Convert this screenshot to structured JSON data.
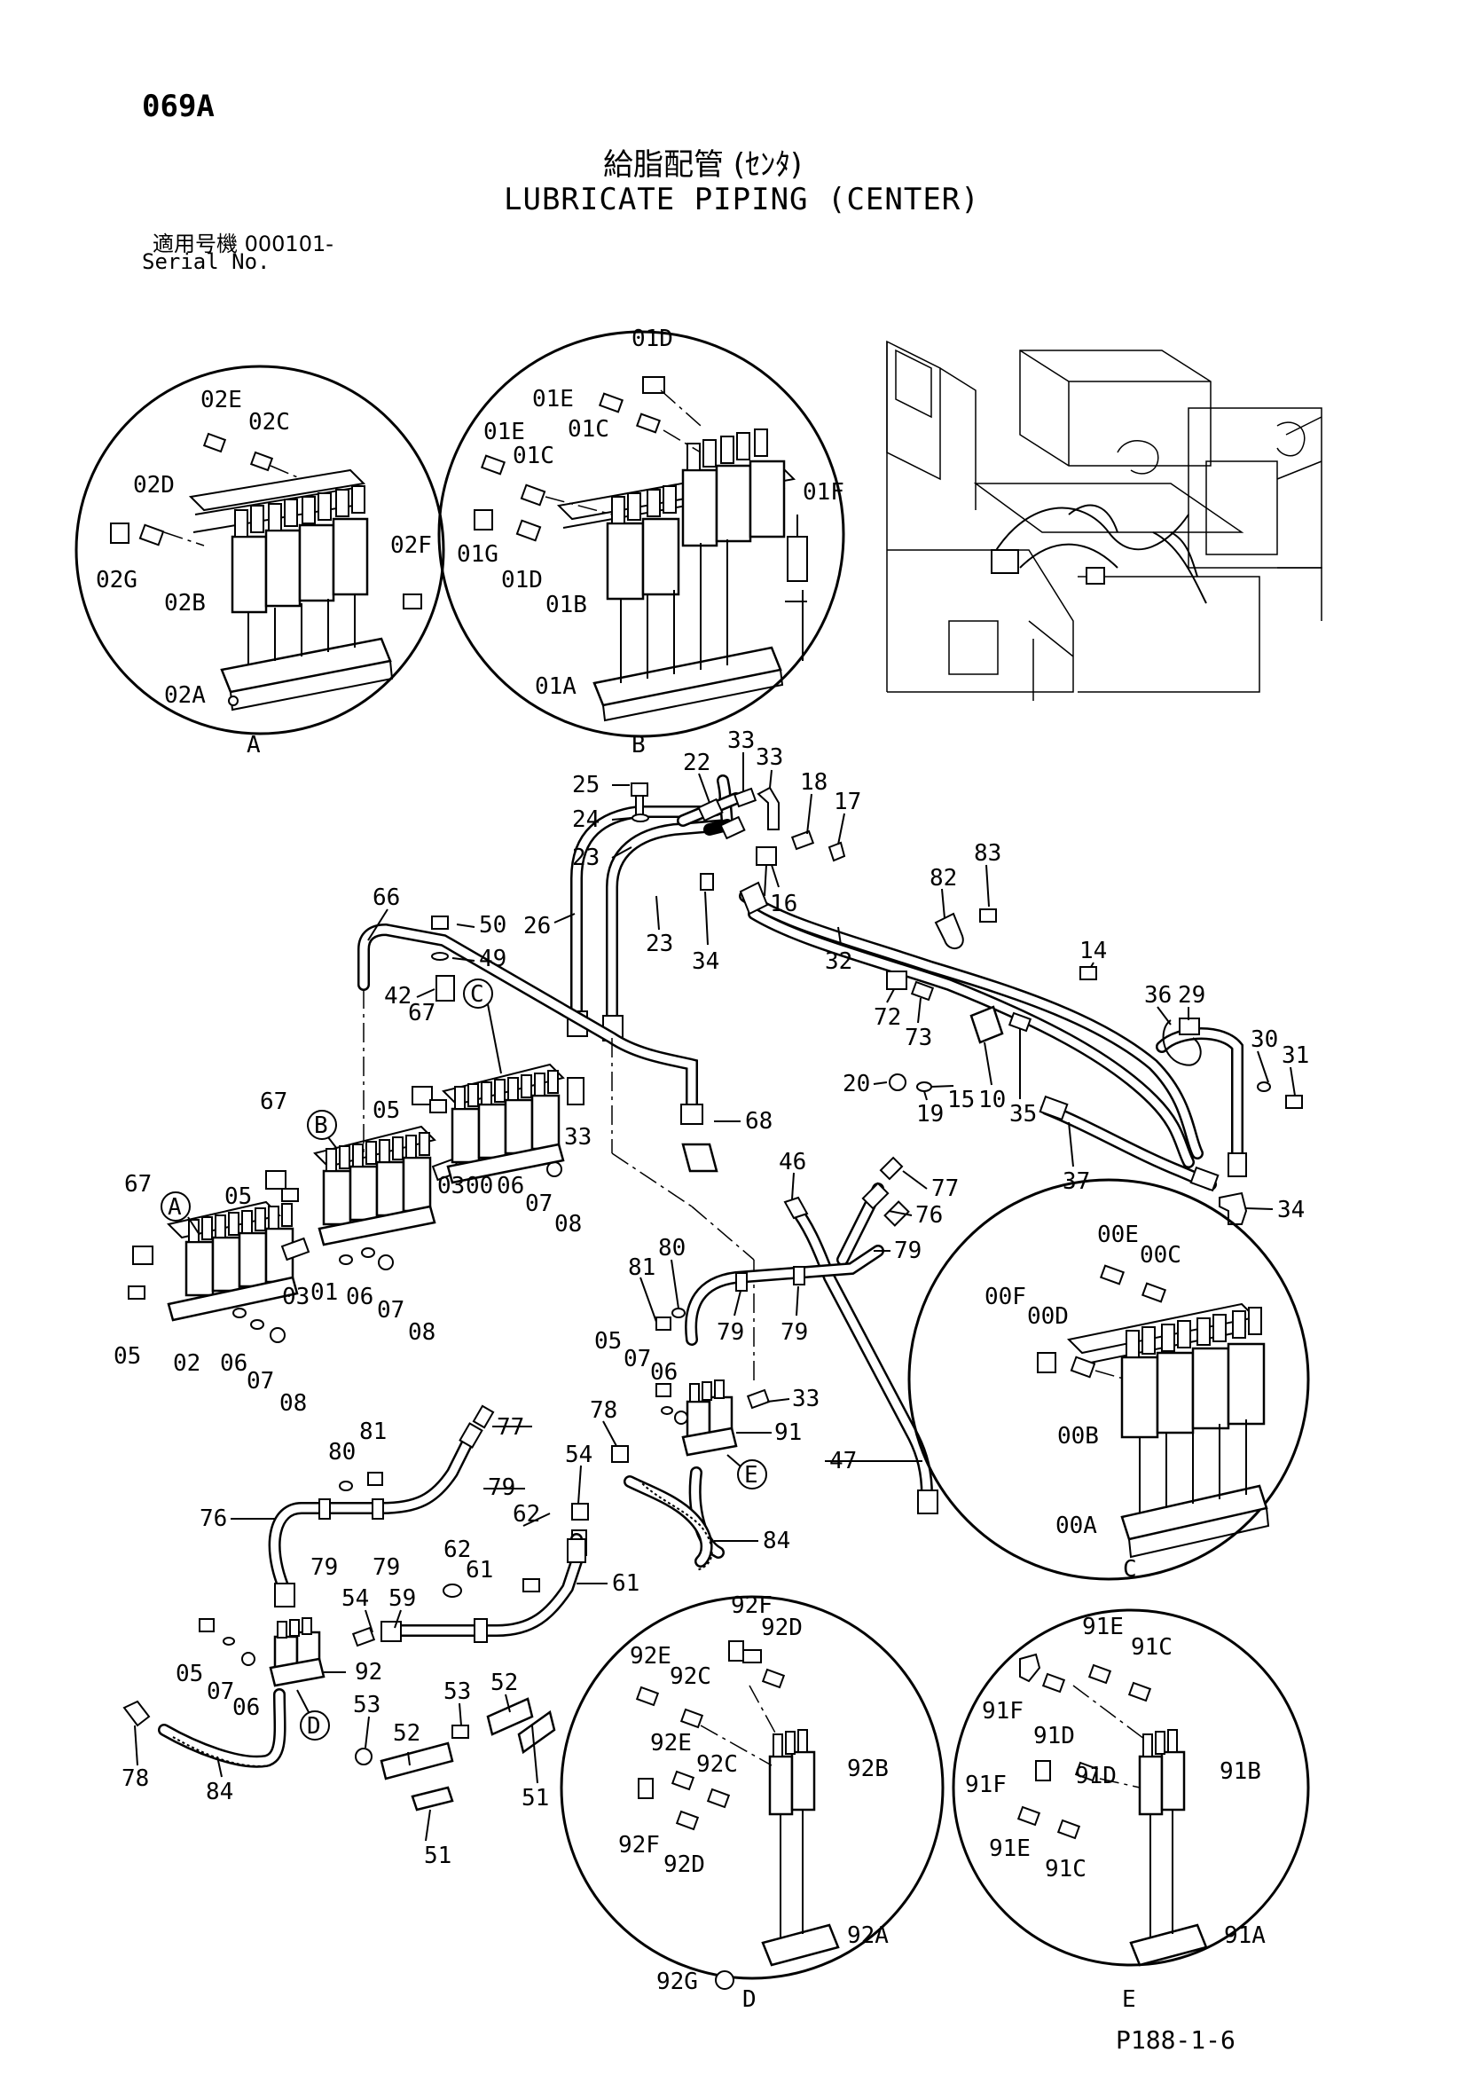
{
  "header": {
    "page_code": "069A",
    "title_jp": "給脂配管 (ｾﾝﾀ)",
    "title_en": "LUBRICATE PIPING (CENTER)",
    "serial_jp": "適用号機 000101-",
    "serial_en": "Serial No."
  },
  "footer": {
    "drawing_code": "P188-1-6"
  },
  "details": {
    "A": {
      "letter": "A",
      "labels": [
        "02E",
        "02C",
        "02D",
        "02G",
        "02B",
        "02F",
        "02A"
      ]
    },
    "B": {
      "letter": "B",
      "labels": [
        "01D",
        "01E",
        "01E",
        "01C",
        "01C",
        "01F",
        "01G",
        "01D",
        "01B",
        "01A"
      ]
    },
    "C": {
      "letter": "C",
      "labels": [
        "00E",
        "00C",
        "00F",
        "00D",
        "00B",
        "00A"
      ]
    },
    "D": {
      "letter": "D",
      "labels": [
        "92F",
        "92D",
        "92E",
        "92C",
        "92E",
        "92C",
        "92B",
        "92F",
        "92D",
        "92A",
        "92G"
      ]
    },
    "E": {
      "letter": "E",
      "labels": [
        "91E",
        "91C",
        "91F",
        "91D",
        "91F",
        "91D",
        "91B",
        "91E",
        "91C",
        "91A"
      ]
    }
  },
  "main_labels": [
    "25",
    "24",
    "23",
    "22",
    "33",
    "33",
    "18",
    "17",
    "16",
    "34",
    "26",
    "23",
    "66",
    "50",
    "49",
    "42",
    "82",
    "83",
    "32",
    "14",
    "36",
    "29",
    "30",
    "31",
    "72",
    "73",
    "10",
    "35",
    "20",
    "15",
    "19",
    "37",
    "34",
    "67",
    "67",
    "67",
    "05",
    "05",
    "05",
    "33",
    "68",
    "46",
    "77",
    "76",
    "79",
    "81",
    "80",
    "79",
    "79",
    "03",
    "03",
    "00",
    "01",
    "02",
    "06",
    "06",
    "06",
    "07",
    "07",
    "07",
    "08",
    "08",
    "08",
    "05",
    "07",
    "06",
    "33",
    "78",
    "91",
    "54",
    "84",
    "47",
    "80",
    "81",
    "77",
    "76",
    "79",
    "79",
    "79",
    "62",
    "62",
    "61",
    "61",
    "59",
    "54",
    "05",
    "07",
    "06",
    "92",
    "53",
    "53",
    "52",
    "52",
    "51",
    "51",
    "78",
    "84"
  ],
  "main_callouts": [
    "A",
    "B",
    "C",
    "D",
    "E"
  ]
}
